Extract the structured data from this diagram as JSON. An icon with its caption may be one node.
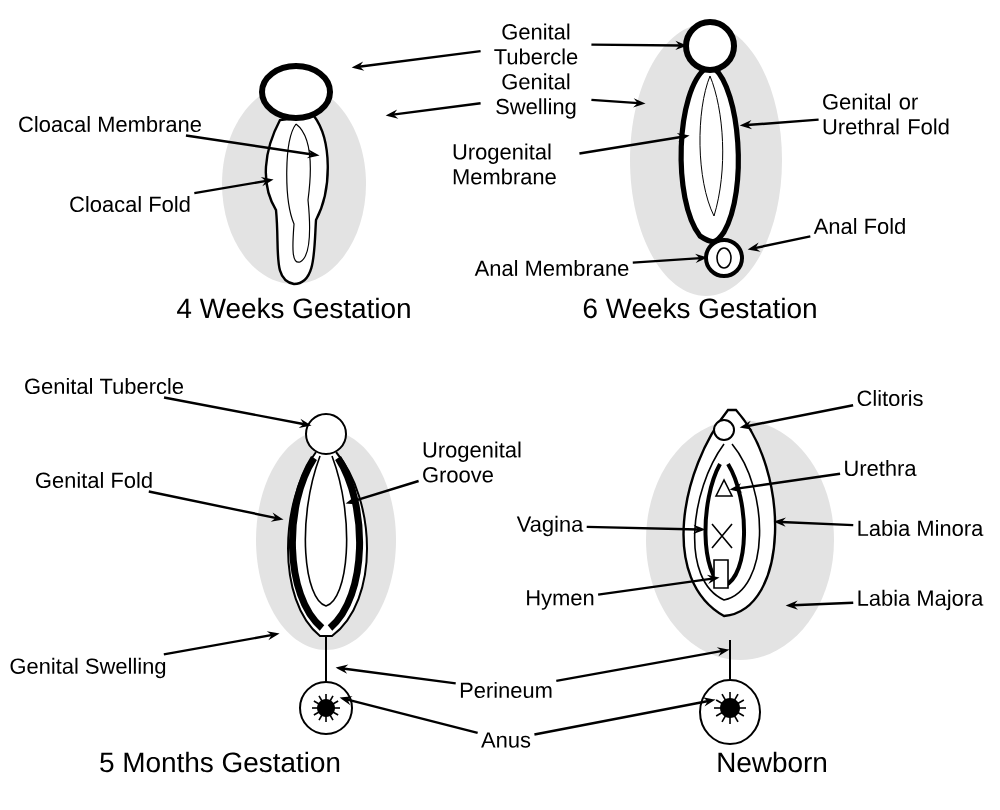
{
  "diagram": {
    "nodes": [
      {
        "text": [
          "Genital Tubercle"
        ]
      },
      {
        "text": [
          "Genital Swelling"
        ]
      },
      {
        "text": [
          "Cloacal Membrane"
        ]
      },
      {
        "text": [
          "Cloacal Fold"
        ]
      },
      {
        "text": [
          "Urogenital Membrane"
        ]
      },
      {
        "text": [
          "Genital or Urethral Fold"
        ]
      },
      {
        "text": [
          "Anal Fold"
        ]
      },
      {
        "text": [
          "Anal Membrane"
        ]
      },
      {
        "text": [
          "Genital Tubercle"
        ]
      },
      {
        "text": [
          "Genital Fold"
        ]
      },
      {
        "text": [
          "Urogenital Groove"
        ]
      },
      {
        "text": [
          "Genital Swelling"
        ]
      },
      {
        "text": [
          "Perineum"
        ]
      },
      {
        "text": [
          "Anus"
        ]
      },
      {
        "text": [
          "Clitoris"
        ]
      },
      {
        "text": [
          "Urethra"
        ]
      },
      {
        "text": [
          "Vagina"
        ]
      },
      {
        "text": [
          "Labia Minora"
        ]
      },
      {
        "text": [
          "Hymen"
        ]
      },
      {
        "text": [
          "Labia Majora"
        ]
      },
      {
        "text": [],
        "shape": "picture"
      },
      {
        "text": [],
        "shape": "picture"
      },
      {
        "text": [],
        "shape": "picture"
      },
      {
        "text": [],
        "shape": "picture"
      }
    ],
    "edges": [
      {
        "from": 0,
        "to": 20,
        "arrow": "to"
      },
      {
        "from": 0,
        "to": 21,
        "arrow": "to"
      },
      {
        "from": 1,
        "to": 20,
        "arrow": "to"
      },
      {
        "from": 1,
        "to": 21,
        "arrow": "to"
      },
      {
        "from": 2,
        "to": 20,
        "arrow": "to"
      },
      {
        "from": 3,
        "to": 20,
        "arrow": "to"
      },
      {
        "from": 4,
        "to": 21,
        "arrow": "to"
      },
      {
        "from": 5,
        "to": 21,
        "arrow": "to"
      },
      {
        "from": 6,
        "to": 21,
        "arrow": "to"
      },
      {
        "from": 7,
        "to": 21,
        "arrow": "to"
      },
      {
        "from": 8,
        "to": 22,
        "arrow": "to"
      },
      {
        "from": 9,
        "to": 22,
        "arrow": "to"
      },
      {
        "from": 10,
        "to": 22,
        "arrow": "to"
      },
      {
        "from": 11,
        "to": 22,
        "arrow": "to"
      },
      {
        "from": 12,
        "to": 22,
        "arrow": "to"
      },
      {
        "from": 12,
        "to": 23,
        "arrow": "to"
      },
      {
        "from": 13,
        "to": 22,
        "arrow": "to"
      },
      {
        "from": 13,
        "to": 23,
        "arrow": "to"
      },
      {
        "from": 14,
        "to": 23,
        "arrow": "to"
      },
      {
        "from": 15,
        "to": 23,
        "arrow": "to"
      },
      {
        "from": 16,
        "to": 23,
        "arrow": "to"
      },
      {
        "from": 17,
        "to": 23,
        "arrow": "to"
      },
      {
        "from": 18,
        "to": 23,
        "arrow": "to"
      },
      {
        "from": 19,
        "to": 23,
        "arrow": "to"
      }
    ],
    "labels": [
      "4 Weeks Gestation",
      "6 Weeks Gestation",
      "5 Months Gestation",
      "Newborn"
    ]
  }
}
